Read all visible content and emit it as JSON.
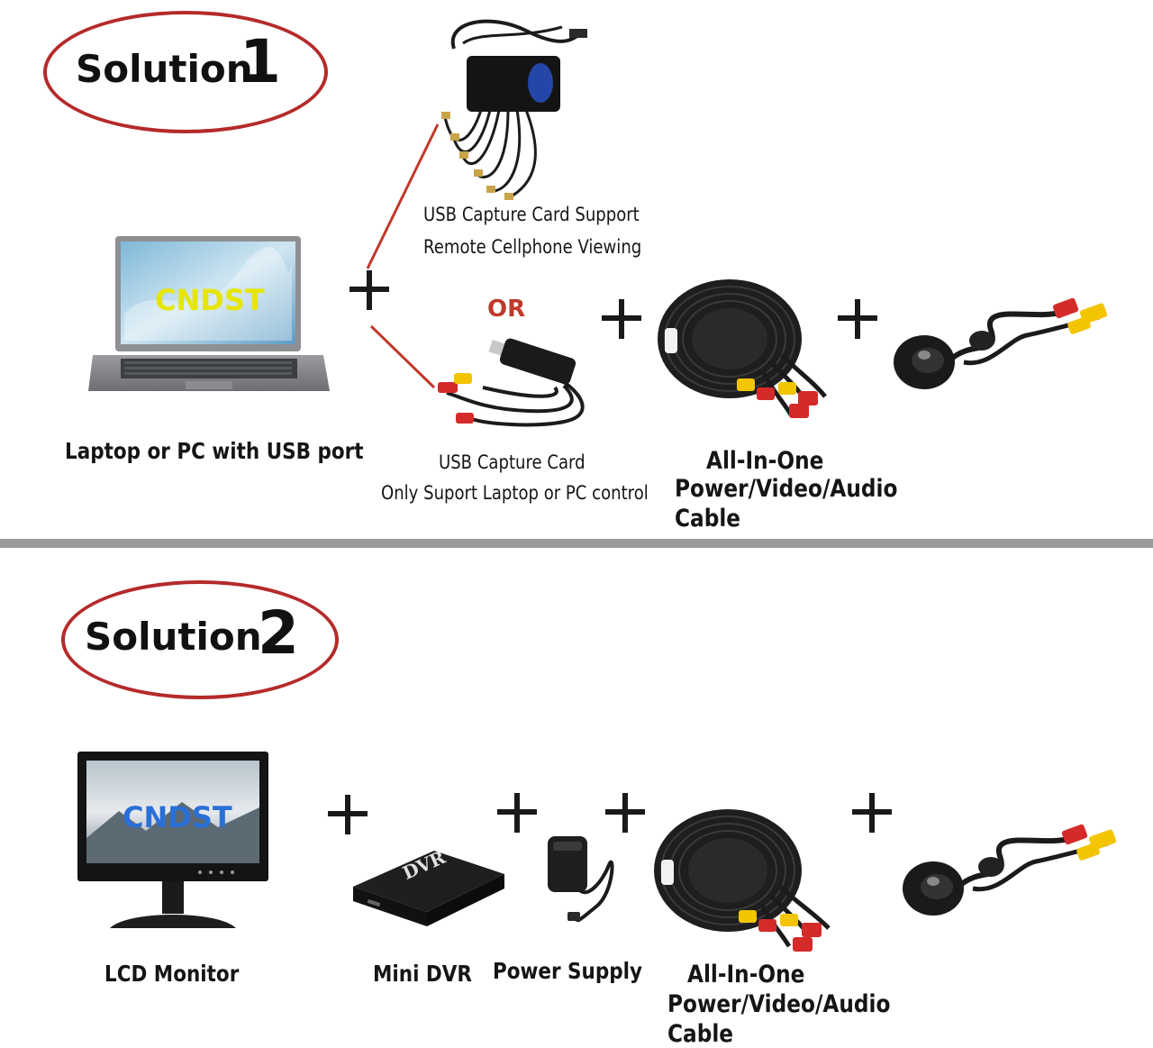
{
  "solution1": {
    "word": "Solution",
    "number": "1",
    "laptop_brand": "CNDST",
    "laptop_label": "Laptop or PC with USB port",
    "capture_card_a_line1": "USB Capture Card Support",
    "capture_card_a_line2": "Remote Cellphone Viewing",
    "or_label": "OR",
    "capture_card_b_line1": "USB Capture Card",
    "capture_card_b_line2": "Only Suport  Laptop or PC control",
    "cable_line1": "All-In-One",
    "cable_line2": "Power/Video/Audio",
    "cable_line3": "Cable"
  },
  "solution2": {
    "word": "Solution",
    "number": "2",
    "monitor_brand": "CNDST",
    "monitor_label": "LCD Monitor",
    "dvr_print": "DVR",
    "dvr_label": "Mini DVR",
    "power_label": "Power Supply",
    "cable_line1": "All-In-One",
    "cable_line2": "Power/Video/Audio",
    "cable_line3": "Cable"
  },
  "colors": {
    "ellipse": "#b52a2a",
    "connector_line": "#c0392b",
    "rca_yellow": "#f2c500",
    "rca_red": "#d42a2a",
    "divider": "#9a9a9a"
  }
}
